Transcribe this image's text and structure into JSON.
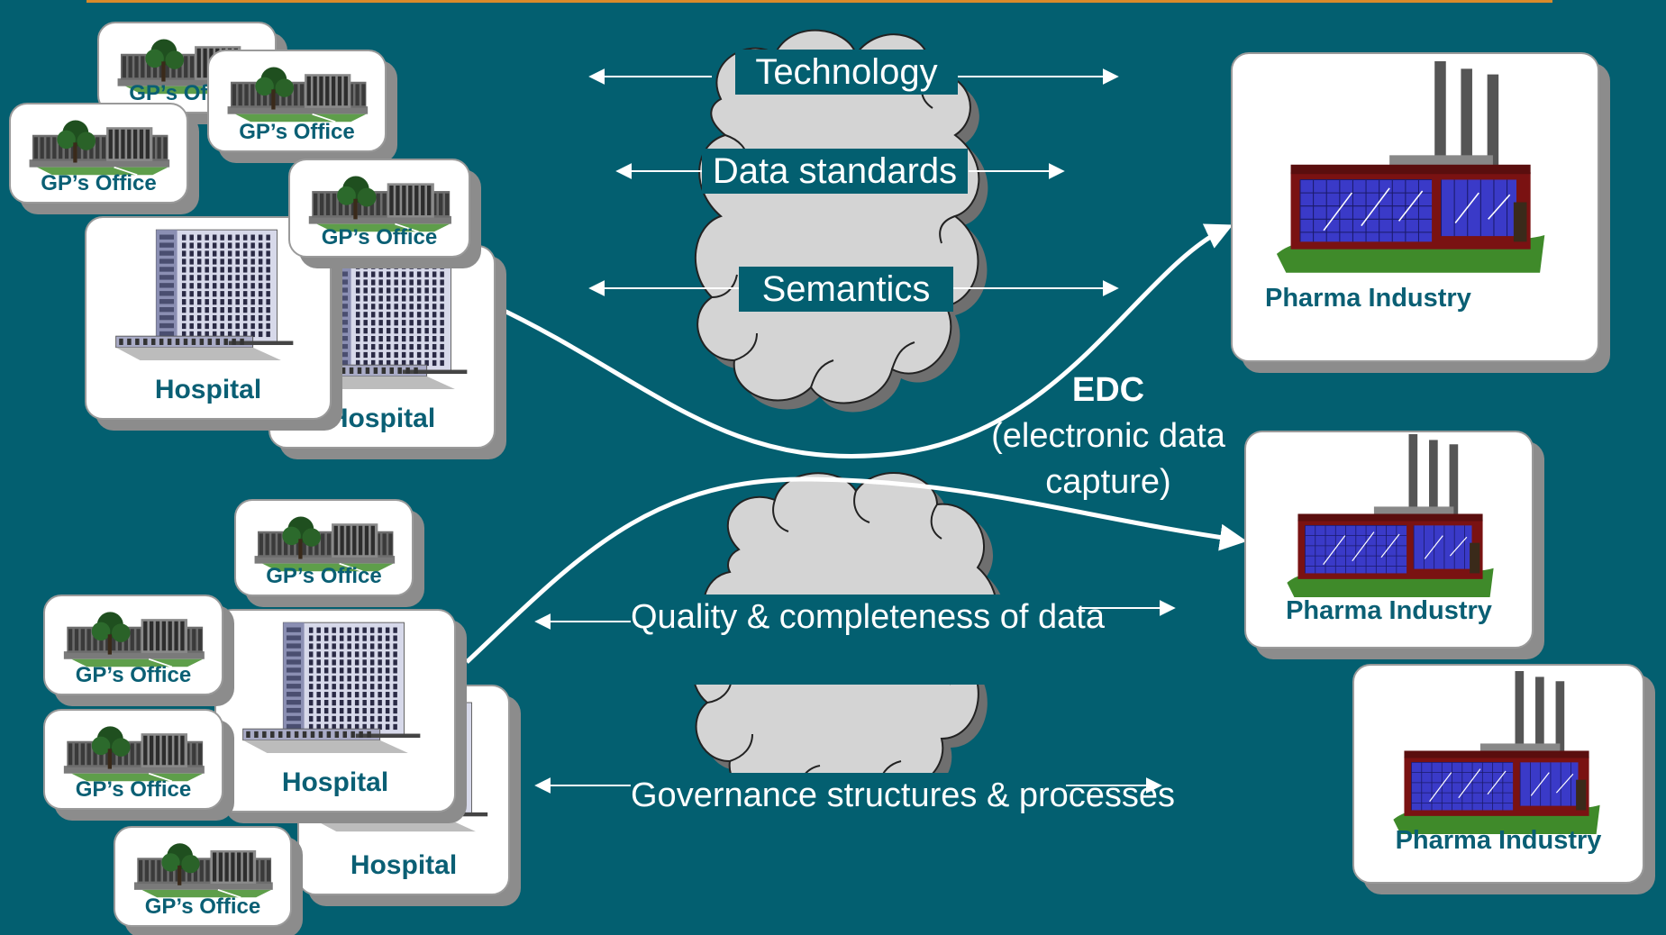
{
  "diagram": {
    "top": {
      "labels": [
        "Technology",
        "Data standards",
        "Semantics"
      ],
      "offices": [
        "GP’s Office",
        "GP’s Office",
        "GP’s Office",
        "GP’s Office"
      ],
      "hospitals": [
        "Hospital",
        "Hospital"
      ],
      "pharma": "Pharma Industry"
    },
    "edc": {
      "title": "EDC",
      "subtitle": "(electronic data capture)"
    },
    "bottom": {
      "quality": "Quality & completeness of data",
      "governance": "Governance structures & processes",
      "offices": [
        "GP’s Office",
        "GP’s Office",
        "GP’s Office",
        "GP’s Office"
      ],
      "hospitals": [
        "Hospital",
        "Hospital"
      ],
      "pharma": [
        "Pharma Industry",
        "Pharma Industry"
      ]
    }
  },
  "colors": {
    "background": "#035f70",
    "label_text": "#0a5f74",
    "accent_line": "#d98a2a",
    "cloud": "#d0d0d0"
  }
}
